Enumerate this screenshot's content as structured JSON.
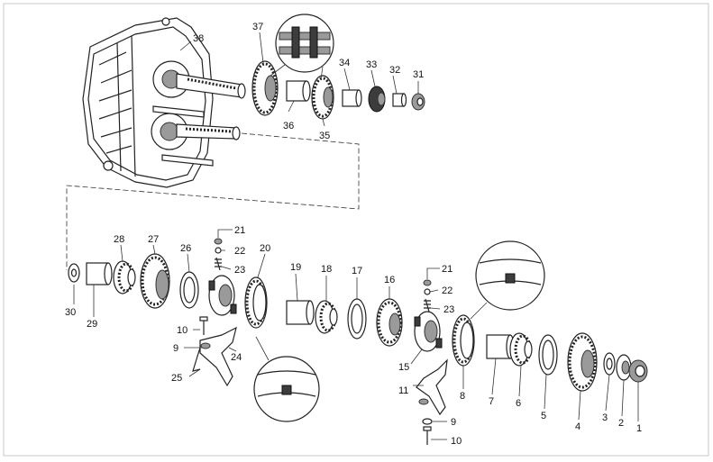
{
  "part_numbers": [
    "1",
    "2",
    "3",
    "4",
    "5",
    "6",
    "7",
    "8",
    "9",
    "10",
    "11",
    "15",
    "23",
    "22",
    "21",
    "16",
    "17",
    "18",
    "19",
    "20",
    "24",
    "25",
    "9",
    "10",
    "23",
    "22",
    "21",
    "26",
    "27",
    "28",
    "29",
    "30",
    "31",
    "32",
    "33",
    "34",
    "35",
    "36",
    "37",
    "38"
  ]
}
